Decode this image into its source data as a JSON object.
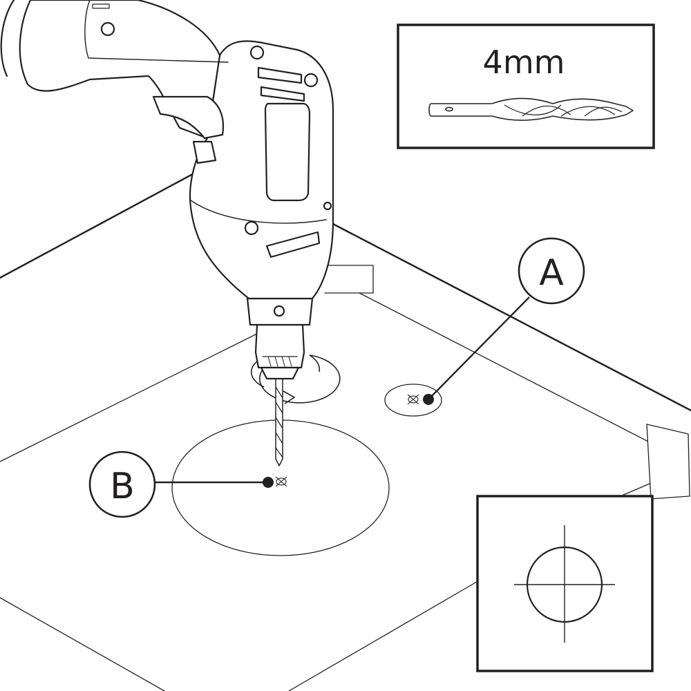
{
  "inset_drill_bit": {
    "size_label": "4mm",
    "bit_icon": "drill-bit-icon"
  },
  "callouts": [
    {
      "id": "A",
      "letter": "A"
    },
    {
      "id": "B",
      "letter": "B"
    }
  ],
  "inset_target": {
    "icon": "crosshair-target-icon"
  },
  "colors": {
    "ink": "#231f20",
    "background": "#ffffff"
  }
}
